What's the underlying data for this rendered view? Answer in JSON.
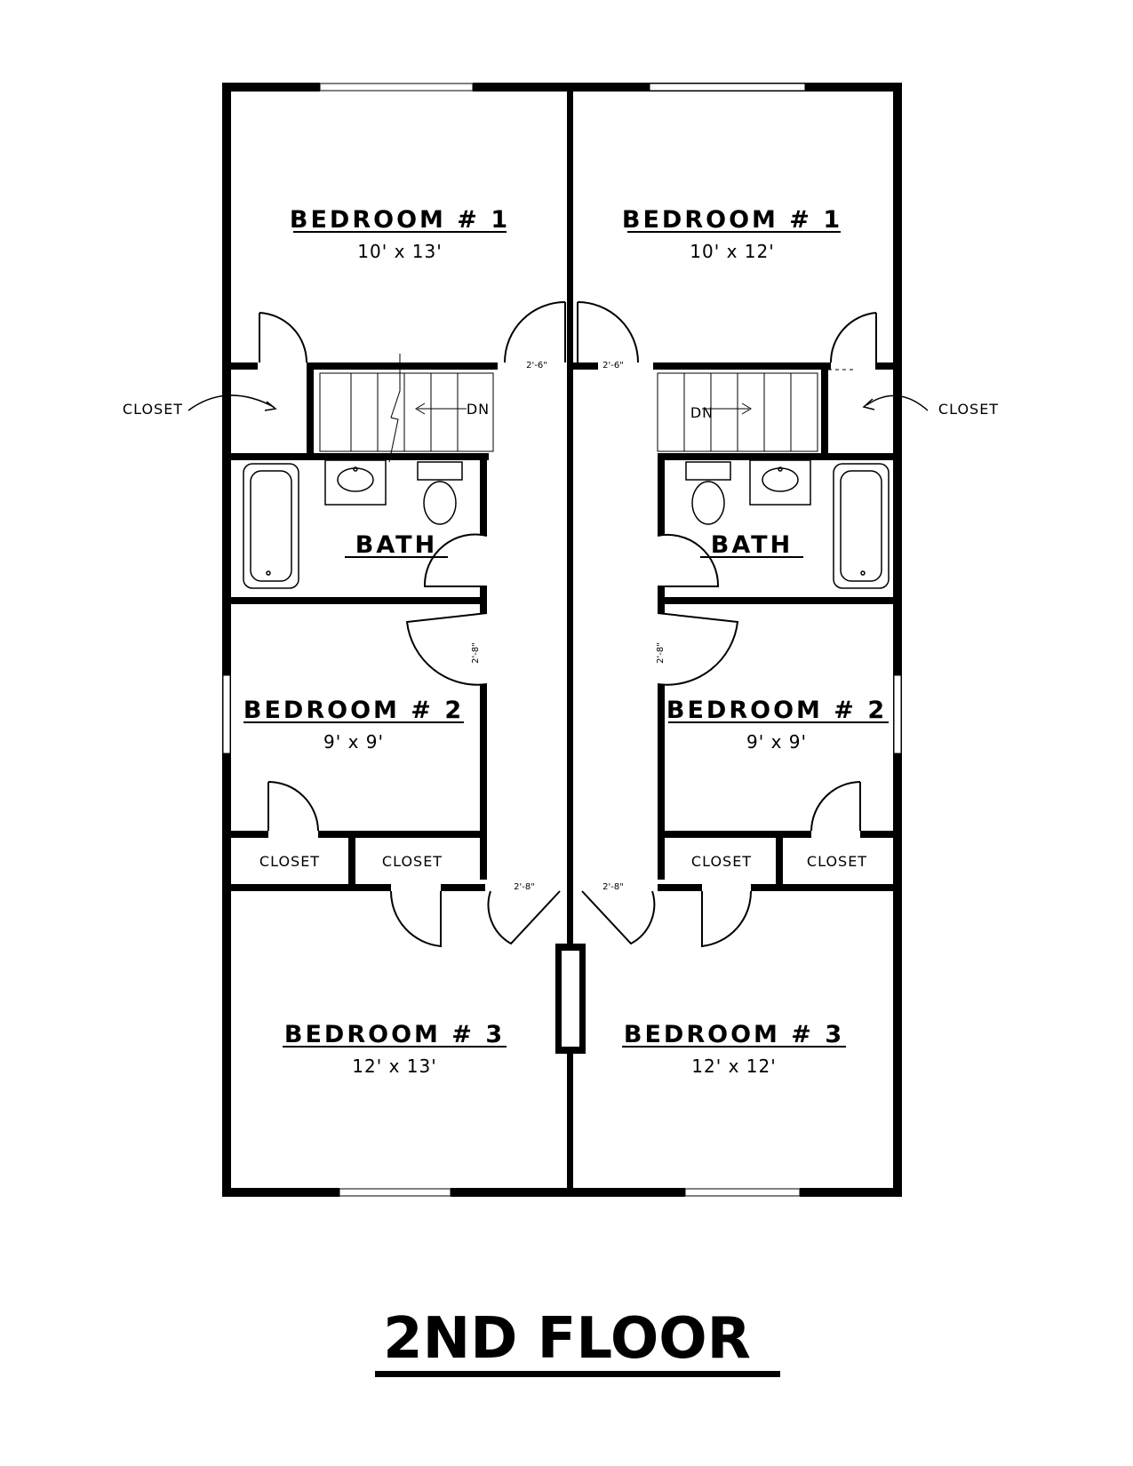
{
  "title": "2ND FLOOR",
  "colors": {
    "ink": "#000000",
    "paper": "#ffffff"
  },
  "left_unit": {
    "bedroom1": {
      "name": "BEDROOM # 1",
      "dim": "10' x 13'"
    },
    "bedroom2": {
      "name": "BEDROOM # 2",
      "dim": "9' x 9'"
    },
    "bedroom3": {
      "name": "BEDROOM # 3",
      "dim": "12' x 13'"
    },
    "bath": "BATH",
    "closet_outside": "CLOSET",
    "closet_a": "CLOSET",
    "closet_b": "CLOSET",
    "stair_label": "DN",
    "door_top": "2'-6\"",
    "door_mid": "2'-8\"",
    "door_bottom": "2'-8\""
  },
  "right_unit": {
    "bedroom1": {
      "name": "BEDROOM # 1",
      "dim": "10' x 12'"
    },
    "bedroom2": {
      "name": "BEDROOM # 2",
      "dim": "9' x 9'"
    },
    "bedroom3": {
      "name": "BEDROOM # 3",
      "dim": "12' x 12'"
    },
    "bath": "BATH",
    "closet_outside": "CLOSET",
    "closet_a": "CLOSET",
    "closet_b": "CLOSET",
    "stair_label": "DN",
    "door_top": "2'-6\"",
    "door_mid": "2'-8\"",
    "door_bottom": "2'-8\""
  }
}
